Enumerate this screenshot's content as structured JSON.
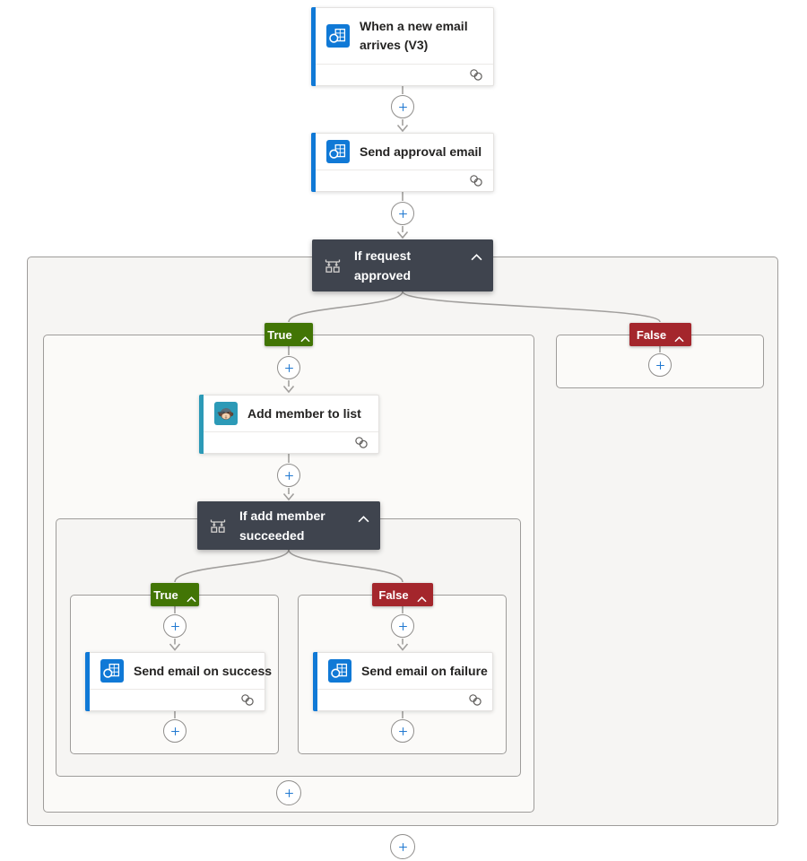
{
  "flow": {
    "trigger": {
      "title": "When a new email arrives (V3)"
    },
    "send_approval": {
      "title": "Send approval email"
    },
    "condition_request": {
      "title": "If request approved"
    },
    "outer_branch": {
      "true_label": "True",
      "false_label": "False"
    },
    "add_member": {
      "title": "Add member to list"
    },
    "condition_add_member": {
      "title": "If add member succeeded"
    },
    "inner_branch": {
      "true_label": "True",
      "false_label": "False"
    },
    "send_success": {
      "title": "Send email on success"
    },
    "send_failure": {
      "title": "Send email on failure"
    }
  },
  "colors": {
    "outlook_accent": "#1079d6",
    "mailchimp_accent": "#2c9ab7",
    "condition_header": "#3f444e",
    "true_badge": "#427505",
    "false_badge": "#a4262c",
    "plus_glyph": "#2179d1",
    "connector_line": "#a19f9d",
    "scope_fill_outer": "#f6f5f3",
    "scope_fill_branch": "#fbfaf8",
    "scope_border": "#9e9c9a"
  }
}
